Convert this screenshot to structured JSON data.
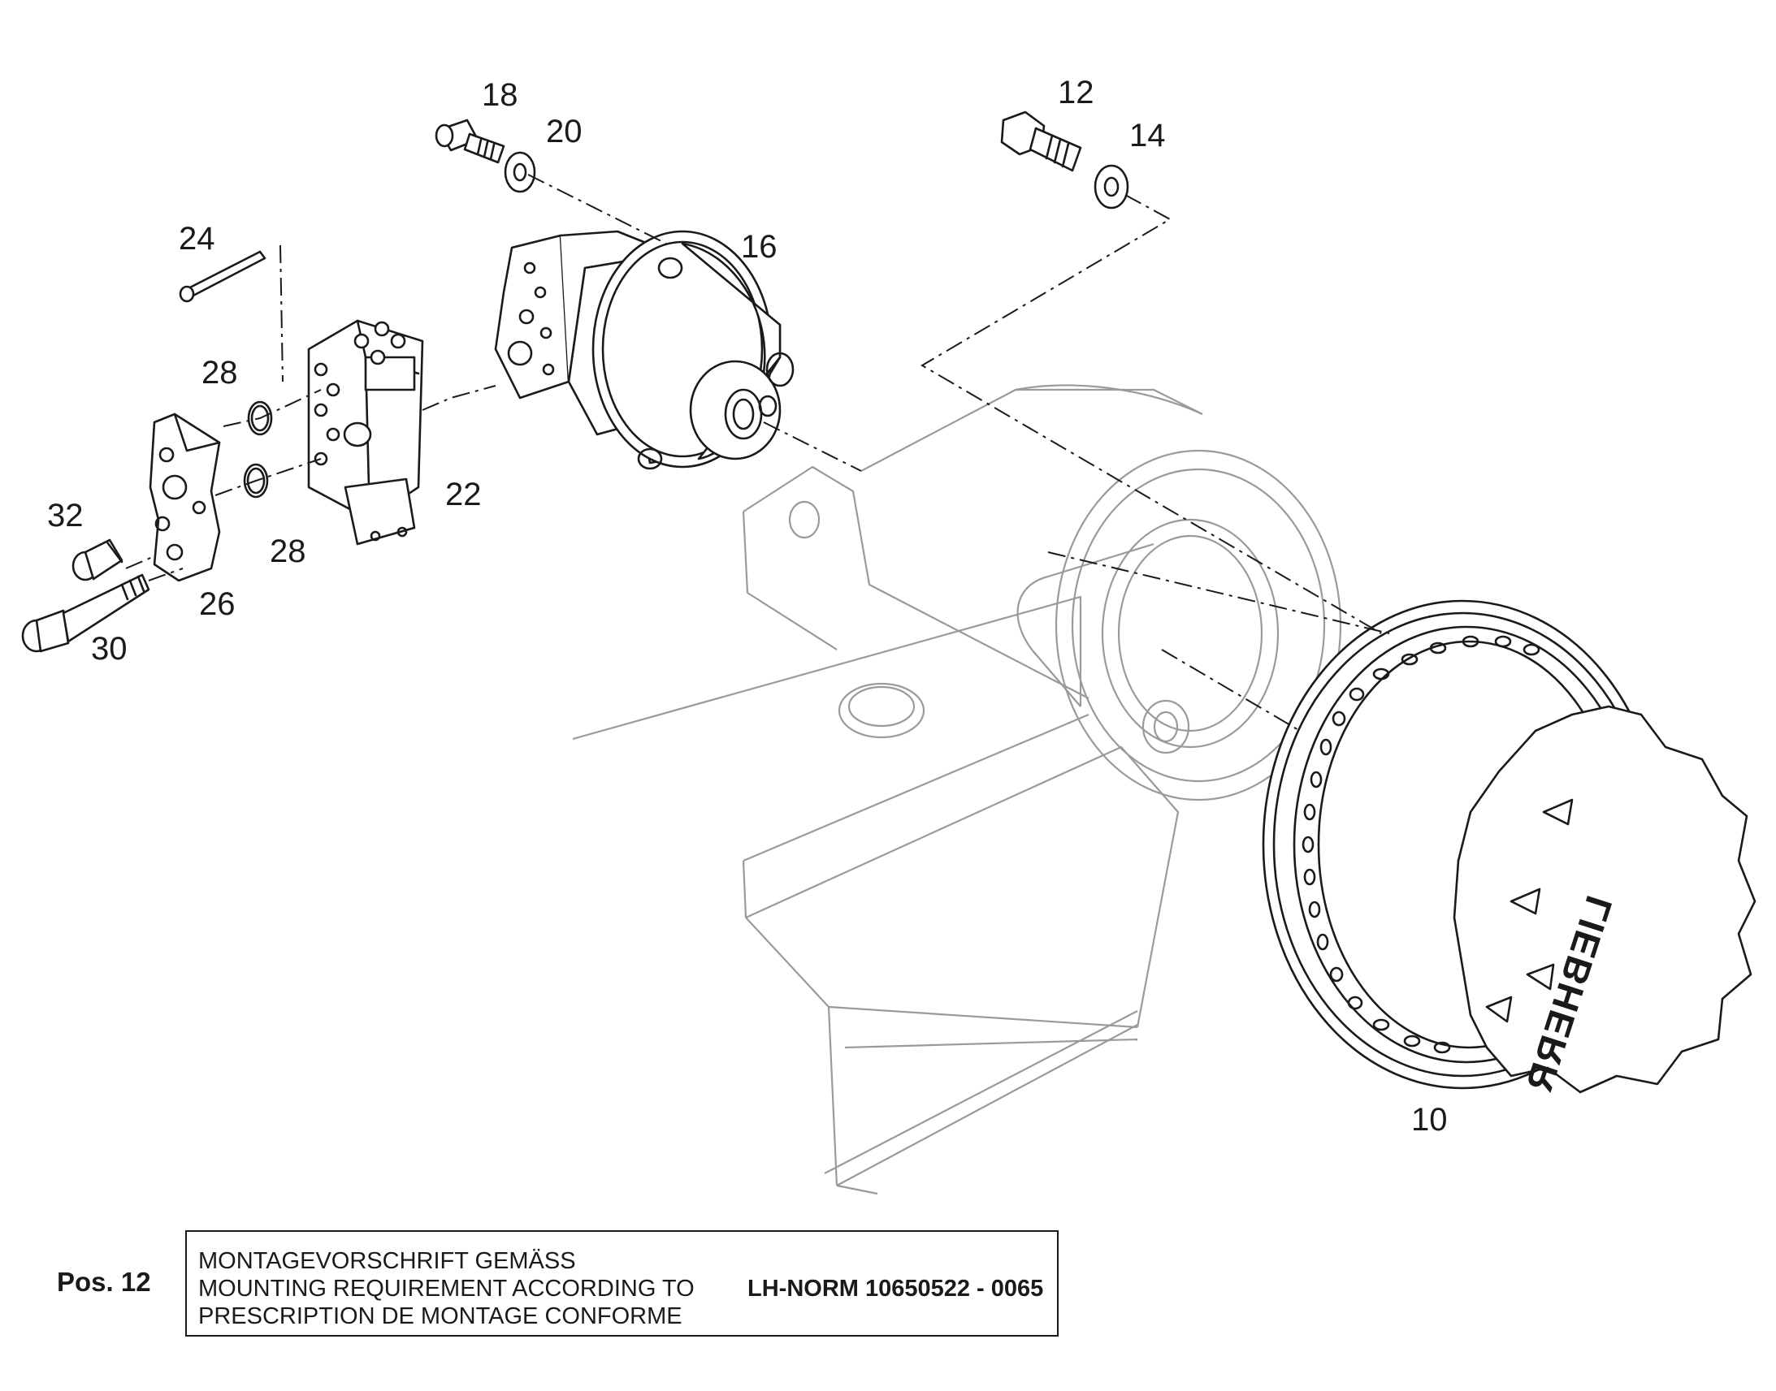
{
  "labels": {
    "p10": "10",
    "p12": "12",
    "p14": "14",
    "p16": "16",
    "p18": "18",
    "p20": "20",
    "p22": "22",
    "p24": "24",
    "p26": "26",
    "p28a": "28",
    "p28b": "28",
    "p30": "30",
    "p32": "32"
  },
  "brand": "LIEBHERR",
  "note": {
    "pos": "Pos. 12",
    "line1": "MONTAGEVORSCHRIFT GEMÄSS",
    "line2": "MOUNTING REQUIREMENT ACCORDING TO",
    "line3": "PRESCRIPTION DE MONTAGE CONFORME",
    "standard": "LH-NORM 10650522 - 0065"
  }
}
